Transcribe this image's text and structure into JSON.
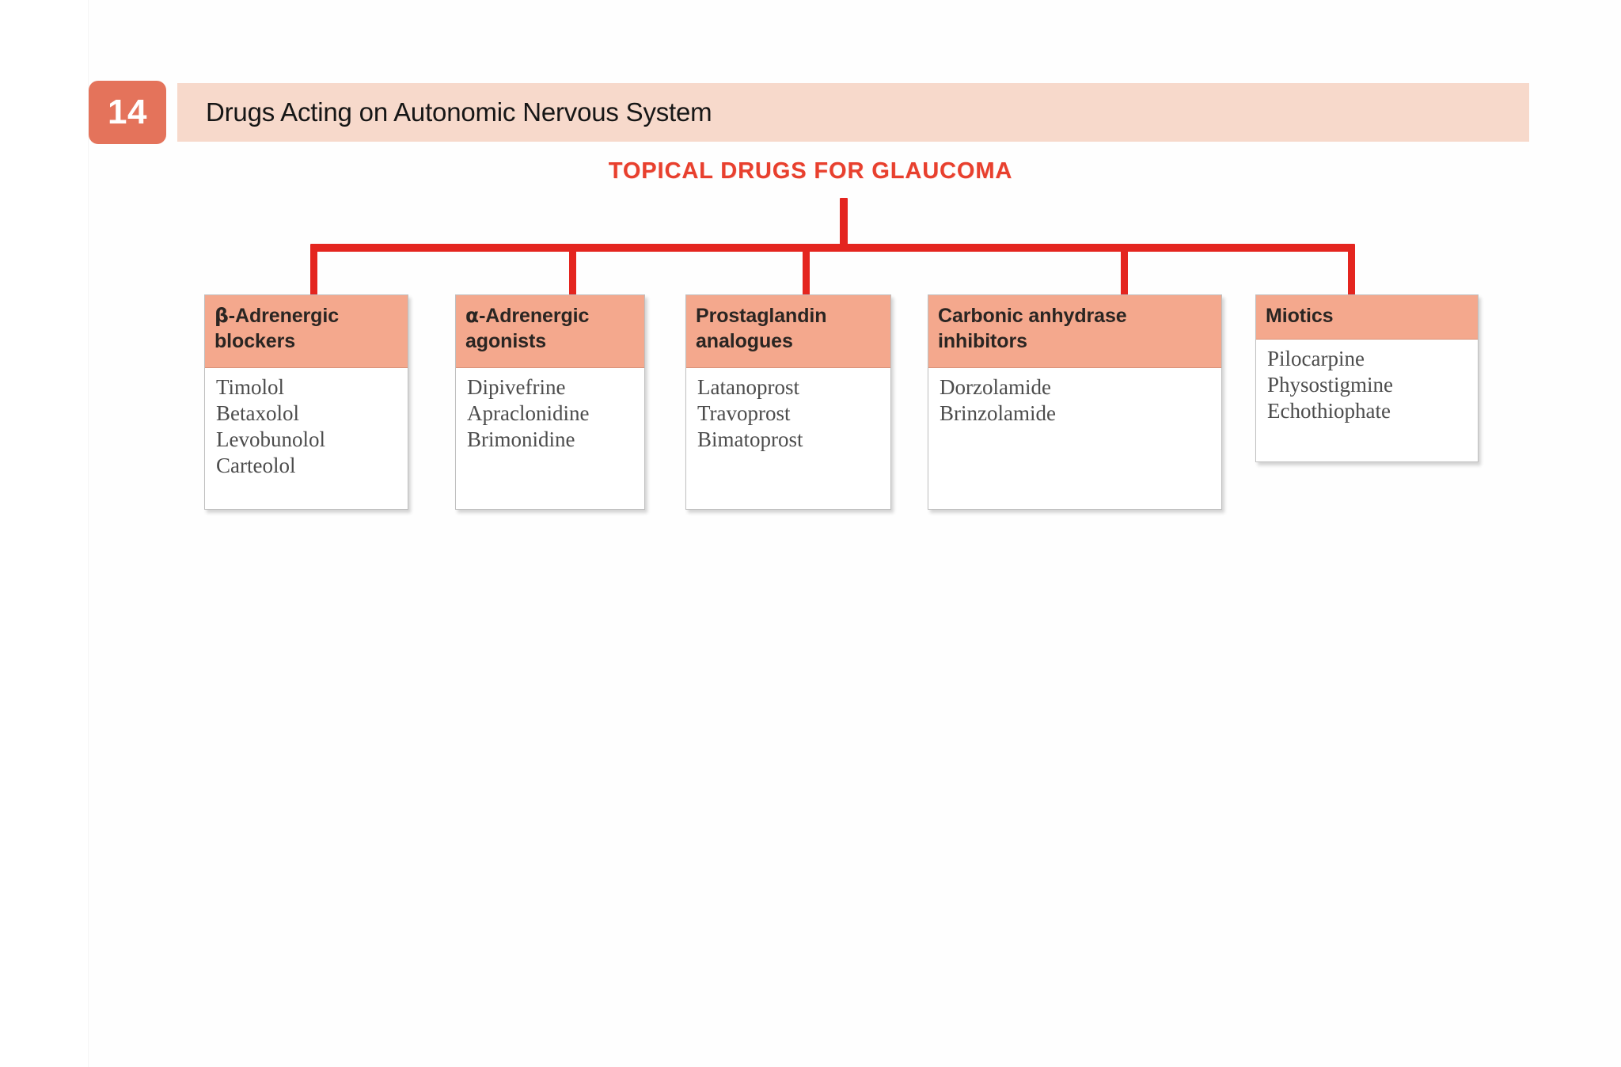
{
  "header": {
    "chapter_number": "14",
    "chapter_title": "Drugs Acting on Autonomic Nervous System",
    "badge_color": "#e4735b",
    "bar_color": "#f7d9cb"
  },
  "chart_data": {
    "type": "diagram",
    "diagram_kind": "hierarchy-tree",
    "title": "TOPICAL DRUGS FOR GLAUCOMA",
    "title_color": "#e8402e",
    "connector_color": "#e4251f",
    "node_header_color": "#f4a88d",
    "node_body_color": "#ffffff",
    "root": "TOPICAL DRUGS FOR GLAUCOMA",
    "nodes": [
      {
        "id": "beta-adrenergic-blockers",
        "header_greek": "β",
        "header_rest": "-Adrenergic",
        "header_line2": "blockers",
        "header_full": "β-Adrenergic blockers",
        "items": [
          "Timolol",
          "Betaxolol",
          "Levobunolol",
          "Carteolol"
        ]
      },
      {
        "id": "alpha-adrenergic-agonists",
        "header_greek": "α",
        "header_rest": "-Adrenergic",
        "header_line2": "agonists",
        "header_full": "α-Adrenergic agonists",
        "items": [
          "Dipivefrine",
          "Apraclonidine",
          "Brimonidine"
        ]
      },
      {
        "id": "prostaglandin-analogues",
        "header_greek": "",
        "header_rest": "Prostaglandin",
        "header_line2": "analogues",
        "header_full": "Prostaglandin analogues",
        "items": [
          "Latanoprost",
          "Travoprost",
          "Bimatoprost"
        ]
      },
      {
        "id": "carbonic-anhydrase-inhibitors",
        "header_greek": "",
        "header_rest": "Carbonic anhydrase",
        "header_line2": "inhibitors",
        "header_full": "Carbonic anhydrase inhibitors",
        "items": [
          "Dorzolamide",
          "Brinzolamide"
        ]
      },
      {
        "id": "miotics",
        "header_greek": "",
        "header_rest": "Miotics",
        "header_line2": "",
        "header_full": "Miotics",
        "items": [
          "Pilocarpine",
          "Physostigmine",
          "Echothiophate"
        ]
      }
    ]
  }
}
